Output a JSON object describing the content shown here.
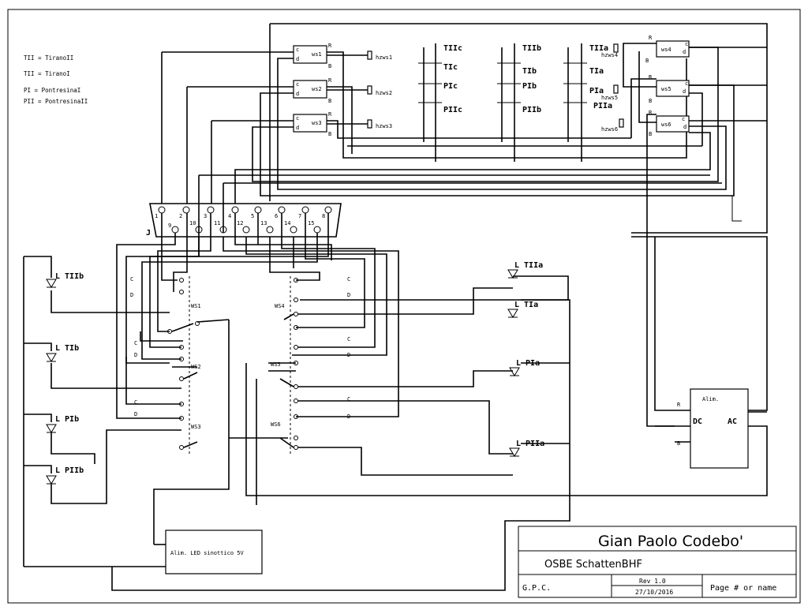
{
  "legend": [
    "TII = TiranoII",
    "TII = TiranoI",
    "PI = PontresinaI",
    "PII = PontresinaII"
  ],
  "title_block": {
    "author": "Gian Paolo Codebo'",
    "project": "OSBE SchattenBHF",
    "initials": "G.P.C.",
    "rev": "Rev 1.0",
    "date": "27/10/2016",
    "page": "Page # or name"
  },
  "turnouts_top": [
    {
      "name": "ws1",
      "motor": "hzws1"
    },
    {
      "name": "ws2",
      "motor": "hzws2"
    },
    {
      "name": "ws3",
      "motor": "hzws3"
    },
    {
      "name": "ws4",
      "motor": "hzws4"
    },
    {
      "name": "ws5",
      "motor": "hzws5"
    },
    {
      "name": "ws6",
      "motor": "hzws6"
    }
  ],
  "turnout_pins": {
    "c": "c",
    "d": "d",
    "r": "R",
    "b": "B"
  },
  "tracks": {
    "col1": [
      "TIIc",
      "TIc",
      "PIc",
      "PIIc"
    ],
    "col2": [
      "TIIb",
      "TIb",
      "PIb",
      "PIIb"
    ],
    "col3": [
      "TIIa",
      "TIa",
      "PIa",
      "PIIa"
    ]
  },
  "connector": {
    "ref": "J",
    "pins_top": [
      "1",
      "2",
      "3",
      "4",
      "5",
      "6",
      "7",
      "8"
    ],
    "pins_bottom": [
      "9",
      "10",
      "11",
      "12",
      "13",
      "14",
      "15"
    ]
  },
  "leds_left": [
    "L TIIb",
    "L TIb",
    "L PIb",
    "L PIIb"
  ],
  "leds_right": [
    "L TIIa",
    "L TIa",
    "L PIa",
    "L PIIa"
  ],
  "switches": [
    "WS1",
    "WS2",
    "WS3",
    "WS4",
    "WS5",
    "WS6"
  ],
  "cd_labels": {
    "c": "C",
    "d": "D"
  },
  "psu": {
    "title": "Alim.",
    "dc": "DC",
    "ac": "AC",
    "r": "R",
    "b": "B"
  },
  "led_psu": "Alim. LED sinottico 5V"
}
